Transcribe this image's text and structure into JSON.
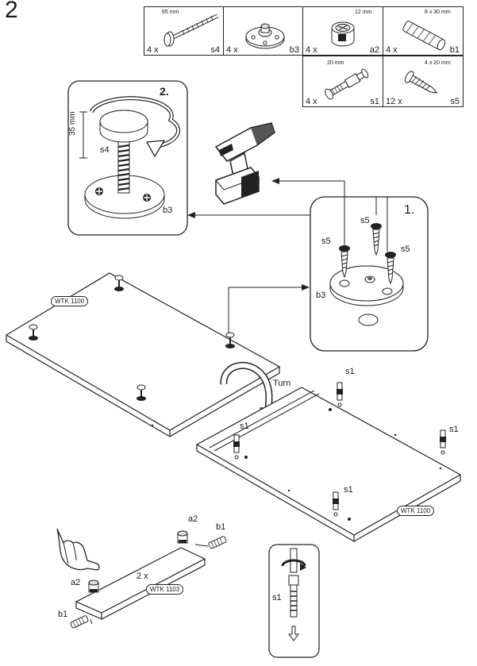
{
  "step": "2",
  "parts": [
    {
      "id": "s4",
      "qty": "4 x",
      "dimension": "65 mm",
      "icon": "long-screw"
    },
    {
      "id": "b3",
      "qty": "4 x",
      "dimension": "",
      "icon": "round-plate"
    },
    {
      "id": "a2",
      "qty": "4 x",
      "dimension": "12 mm",
      "icon": "cam-lock"
    },
    {
      "id": "b1",
      "qty": "4 x",
      "dimension": "8 x 30 mm",
      "icon": "wooden-dowel"
    },
    {
      "id": "s1",
      "qty": "4 x",
      "dimension": "20 mm",
      "icon": "cam-bolt"
    },
    {
      "id": "s5",
      "qty": "12 x",
      "dimension": "4 x 20 mm",
      "icon": "wood-screw"
    }
  ],
  "detail2": {
    "step_label": "2.",
    "measure": "35 mm",
    "screw": "s4",
    "plate": "b3"
  },
  "detail1": {
    "step_label": "1.",
    "screw_a": "s5",
    "screw_b": "s5",
    "screw_c": "s5",
    "plate": "b3"
  },
  "panel_top": {
    "tag": "WTK 1100"
  },
  "turn_label": "Turn",
  "panel_bottom": {
    "tag": "WTK 1100",
    "bolt_a": "s1",
    "bolt_b": "s1",
    "bolt_c": "s1",
    "bolt_d": "s1"
  },
  "small_panel": {
    "tag": "WTK 1103",
    "count": "2 x",
    "cam_a": "a2",
    "cam_b": "a2",
    "dowel_a": "b1",
    "dowel_b": "b1"
  },
  "inset": {
    "bolt": "s1"
  }
}
